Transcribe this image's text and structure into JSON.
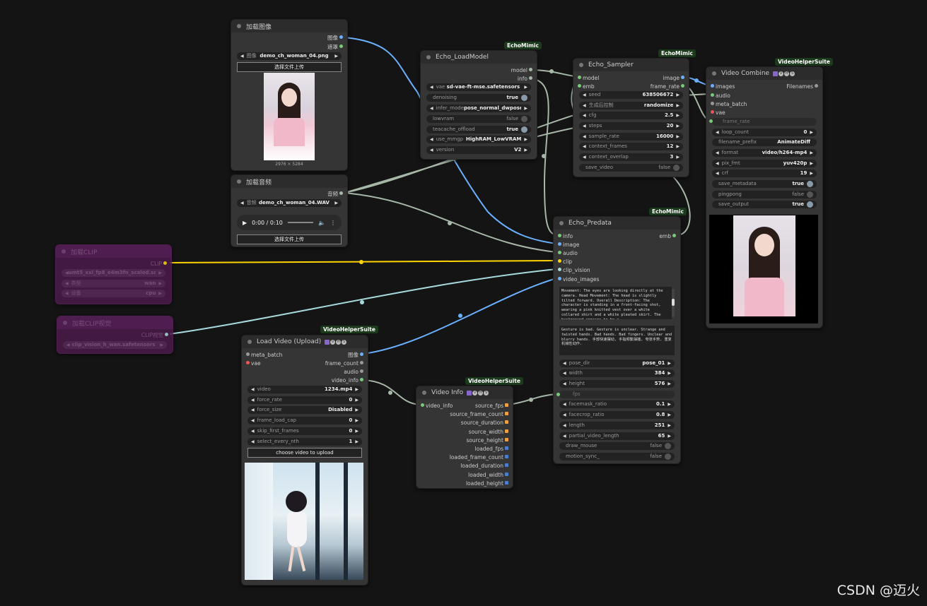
{
  "nodes": {
    "load_image": {
      "title": "加载图像",
      "out_image": "图像",
      "out_mask": "遮罩",
      "widget_label": "图像",
      "widget_value": "demo_ch_woman_04.png",
      "upload": "选择文件上传",
      "dims": "2976 × 5284"
    },
    "load_audio": {
      "title": "加载音频",
      "out_audio": "音频",
      "widget_label": "音频",
      "widget_value": "demo_ch_woman_04.WAV",
      "time": "0:00 / 0:10",
      "upload": "选择文件上传"
    },
    "load_clip": {
      "title": "加载CLIP",
      "out": "CLIP",
      "w1": "umt5_xxl_fp8_e4m3fn_scaled.sa...",
      "w2_label": "类型",
      "w2_value": "wan",
      "w3_label": "设备",
      "w3_value": "cpu"
    },
    "load_clip_vision": {
      "title": "加载CLIP视觉",
      "out": "CLIP视觉",
      "w1": "clip_vision_h_wan.safetensors"
    },
    "echo_loadmodel": {
      "tag": "EchoMimic",
      "title": "Echo_LoadModel",
      "out_model": "model",
      "out_info": "info",
      "widgets": [
        {
          "label": "vae",
          "value": "sd-vae-ft-mse.safetensors"
        },
        {
          "label": "denoising",
          "value": "true"
        },
        {
          "label": "infer_mode",
          "value": "pose_normal_dwpose"
        },
        {
          "label": "lowvram",
          "value": "false"
        },
        {
          "label": "teacache_offload",
          "value": "true"
        },
        {
          "label": "use_mmgp",
          "value": "HighRAM_LowVRAM"
        },
        {
          "label": "version",
          "value": "V2"
        }
      ]
    },
    "echo_sampler": {
      "tag": "EchoMimic",
      "title": "Echo_Sampler",
      "in_model": "model",
      "in_emb": "emb",
      "out_image": "image",
      "out_frame_rate": "frame_rate",
      "widgets": [
        {
          "label": "seed",
          "value": "638506672"
        },
        {
          "label": "生成后控制",
          "value": "randomize"
        },
        {
          "label": "cfg",
          "value": "2.5"
        },
        {
          "label": "steps",
          "value": "20"
        },
        {
          "label": "sample_rate",
          "value": "16000"
        },
        {
          "label": "context_frames",
          "value": "12"
        },
        {
          "label": "context_overlap",
          "value": "3"
        },
        {
          "label": "save_video",
          "value": "false"
        }
      ]
    },
    "video_combine": {
      "tag": "VideoHelperSuite",
      "title": "Video Combine",
      "inputs": [
        "images",
        "audio",
        "meta_batch",
        "vae"
      ],
      "out": "Filenames",
      "frame_rate": "frame_rate",
      "widgets": [
        {
          "label": "loop_count",
          "value": "0"
        },
        {
          "label": "filename_prefix",
          "value": "AnimateDiff"
        },
        {
          "label": "format",
          "value": "video/h264-mp4"
        },
        {
          "label": "pix_fmt",
          "value": "yuv420p"
        },
        {
          "label": "crf",
          "value": "19"
        },
        {
          "label": "save_metadata",
          "value": "true"
        },
        {
          "label": "pingpong",
          "value": "false"
        },
        {
          "label": "save_output",
          "value": "true"
        }
      ]
    },
    "echo_predata": {
      "tag": "EchoMimic",
      "title": "Echo_Predata",
      "inputs": [
        "info",
        "image",
        "audio",
        "clip",
        "clip_vision",
        "video_images"
      ],
      "out": "emb",
      "text1": "Movement: The eyes are looking directly at the camera. Head Movement: The head is slightly tilted forward. Overall Description: The character is standing in a front-facing shot, wearing a pink knitted vest over a white collared shirt and a white pleated skirt. The background appears to be a",
      "text2": " Gesture is bad. Gesture is unclear. Strange and twisted hands. Bad hands. Bad fingers. Unclear and blurry hands. 手部快速摆动, 手指频繁抽搐, 夸张手势, 重复机械性动作.",
      "fps": "fps",
      "widgets": [
        {
          "label": "pose_dir",
          "value": "pose_01"
        },
        {
          "label": "width",
          "value": "384"
        },
        {
          "label": "height",
          "value": "576"
        },
        {
          "label": "facemask_ratio",
          "value": "0.1"
        },
        {
          "label": "facecrop_ratio",
          "value": "0.8"
        },
        {
          "label": "length",
          "value": "251"
        },
        {
          "label": "partial_video_length",
          "value": "65"
        },
        {
          "label": "draw_mouse",
          "value": "false"
        },
        {
          "label": "motion_sync_",
          "value": "false"
        }
      ]
    },
    "load_video": {
      "tag": "VideoHelperSuite",
      "title": "Load Video (Upload)",
      "inputs": [
        "meta_batch",
        "vae"
      ],
      "outputs": [
        "图像",
        "frame_count",
        "audio",
        "video_info"
      ],
      "widgets": [
        {
          "label": "video",
          "value": "1234.mp4"
        },
        {
          "label": "force_rate",
          "value": "0"
        },
        {
          "label": "force_size",
          "value": "Disabled"
        },
        {
          "label": "frame_load_cap",
          "value": "0"
        },
        {
          "label": "skip_first_frames",
          "value": "0"
        },
        {
          "label": "select_every_nth",
          "value": "1"
        }
      ],
      "upload": "choose video to upload"
    },
    "video_info": {
      "tag": "VideoHelperSuite",
      "title": "Video Info",
      "in": "video_info",
      "outputs": [
        "source_fps",
        "source_frame_count",
        "source_duration",
        "source_width",
        "source_height",
        "loaded_fps",
        "loaded_frame_count",
        "loaded_duration",
        "loaded_width",
        "loaded_height"
      ]
    }
  },
  "watermark": "CSDN @迈火",
  "colors": {
    "wire_image": "#6ab0ff",
    "wire_audio": "#a8b8a8",
    "wire_clip": "#ffd500",
    "wire_clip_vision": "#a8dadc",
    "tag_bg": "#1c3a1c"
  }
}
